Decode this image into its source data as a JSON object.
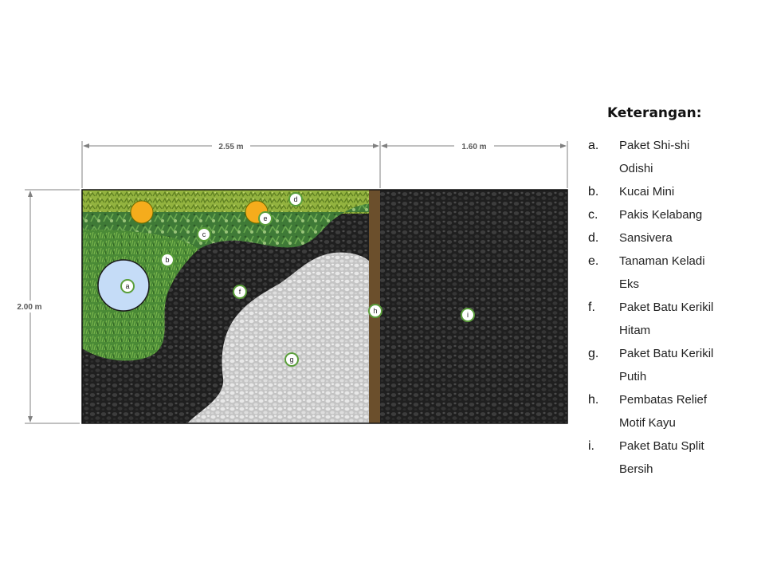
{
  "dimensions": {
    "width_left": "2.55 m",
    "width_right": "1.60 m",
    "height": "2.00 m"
  },
  "markers": [
    "a",
    "b",
    "c",
    "d",
    "e",
    "f",
    "g",
    "h",
    "i"
  ],
  "legend": {
    "title": "Keterangan:",
    "items": [
      {
        "letter": "a.",
        "text": "Paket Shi-shi Odishi"
      },
      {
        "letter": "b.",
        "text": "Kucai Mini"
      },
      {
        "letter": "c.",
        "text": "Pakis Kelabang"
      },
      {
        "letter": "d.",
        "text": "Sansivera"
      },
      {
        "letter": "e.",
        "text": "Tanaman Keladi Eks"
      },
      {
        "letter": "f.",
        "text": "Paket Batu Kerikil Hitam"
      },
      {
        "letter": "g.",
        "text": "Paket Batu Kerikil Putih"
      },
      {
        "letter": "h.",
        "text": "Pembatas Relief Motif Kayu"
      },
      {
        "letter": "i.",
        "text": "Paket Batu Split Bersih"
      }
    ]
  },
  "colors": {
    "black_gravel": "#1f1f1f",
    "white_gravel": "#d4d4d4",
    "grass_strip": "#8fae3c",
    "fern_area": "#3f7a37",
    "chive_area": "#4e8f3a",
    "pond": "#c5dcf7",
    "wood_divider": "#6b4f2c",
    "orange_plant": "#f5ac1c",
    "marker_ring": "#5a9e3a"
  }
}
